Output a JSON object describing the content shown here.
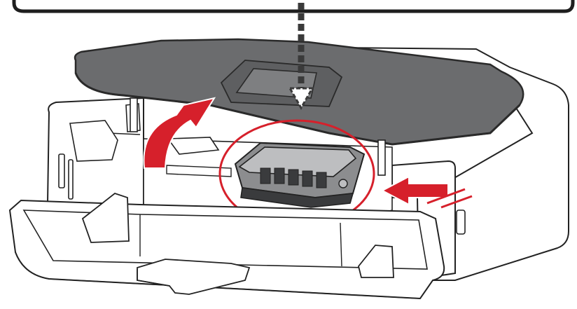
{
  "figure": {
    "subject": "printer-opened-scanner-unit-with-print-head-holder",
    "callout_count": 1,
    "arrow_count": 3
  },
  "colors": {
    "outline": "#222222",
    "scanner_cover": "#6b6c6e",
    "scanner_cover_edge": "#2a2a2a",
    "body_fill": "#ffffff",
    "holder_dark": "#3a3b3d",
    "holder_mid": "#8c8d8f",
    "holder_light": "#bdbec0",
    "accent_red": "#d6202b",
    "callout_border": "#1e1e1e",
    "dashed_arrow": "#3a3a3a"
  },
  "icons": {
    "lift_arrow": "curved-up-arrow-icon",
    "slide_arrow": "right-to-left-arrow-icon",
    "pointer_arrow": "dashed-down-arrow-icon"
  }
}
